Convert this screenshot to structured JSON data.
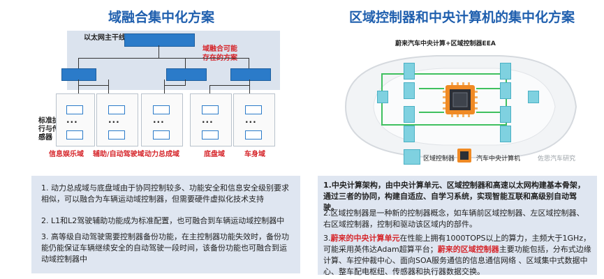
{
  "left": {
    "title": "域融合集中化方案",
    "ethernet_label": "以太网主干线",
    "fusion_label_line1": "域融合可能",
    "fusion_label_line2": "存在的方案",
    "actuator_label_line1": "标准执",
    "actuator_label_line2": "行与传",
    "actuator_label_line3": "感器",
    "dots": "...",
    "domains": [
      "信息娱乐域",
      "辅助/自动驾驶域",
      "动力总成域",
      "底盘域",
      "车身域"
    ],
    "notes": [
      "1. 动力总成域与底盘域由于协同控制较多、功能安全和信息安全级别要求相似，可以融合为车辆运动域控制器，但需要硬件虚拟化技术支持",
      "2. L1和L2驾驶辅助功能成为标准配置，也可融合到车辆运动域控制器中",
      "3. 高等级自动驾驶需要控制器备份功能，在主控制器功能失效时，备份功能仍能保证车辆继续安全的自动驾驶一段时间，该备份功能也可融合到运动域控制器中"
    ]
  },
  "right": {
    "title": "区域控制器和中央计算机的集中化方案",
    "diagram_caption": "蔚来汽车中央计算+区域控制器EEA",
    "legend_zone": "区域控制器",
    "legend_central": "汽车中央计算机",
    "watermark": "佐思汽车研究",
    "note1_bold": "1.中央计算架构，由中央计算单元、区域控制器和高速以太网构建基本骨架，通过三者的协同，构建自适应、自学习系统，实现智能互联和高级别自动驾驶。",
    "note2": "2.区域控制器是一种新的控制器概念，如车辆前区域控制器、左区域控制器、右区域控制器，控制和驱动该区域内的部件。",
    "note3_prefix": "3.",
    "note3_red1": "蔚来的中央计算单元",
    "note3_mid": "在性能上拥有1000TOPS以上的算力，主频大于1GHz，可能采用英伟达Adam超算平台；",
    "note3_red2": "蔚来的区域控制器",
    "note3_suffix": "主要功能包括，分布式边缘计算、车控仲裁中心、面向SOA服务通信的信息通信网络 、区域集中式数据中心、整车配电枢纽、传感器和执行器数据交换。"
  },
  "colors": {
    "title_blue": "#1f5fae",
    "box_blue": "#2b7bc9",
    "highlight_red": "#d6262b",
    "panel_bg": "#dfe6f1",
    "zone_cyan": "#7fd1e0"
  }
}
